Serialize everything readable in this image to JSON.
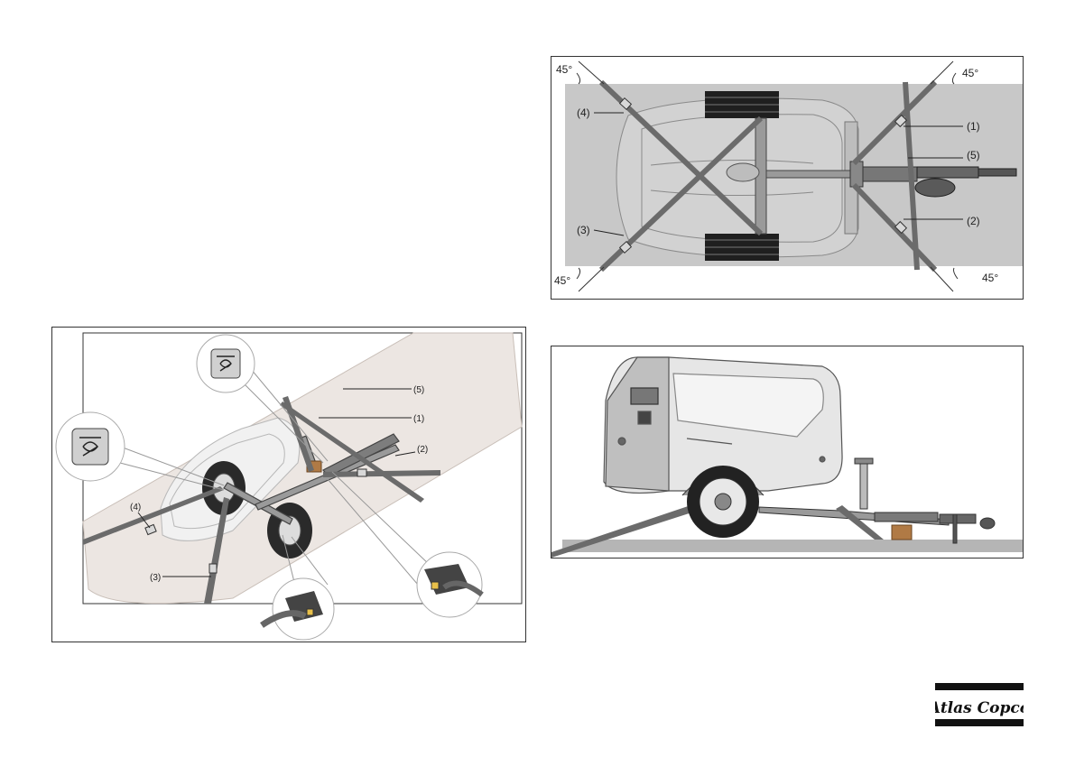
{
  "top_view": {
    "angle_top_left": "45°",
    "angle_top_right": "45°",
    "angle_bottom_left": "45°",
    "angle_bottom_right": "45°",
    "strap_1": "(1)",
    "strap_2": "(2)",
    "strap_3": "(3)",
    "strap_4": "(4)",
    "strap_5": "(5)"
  },
  "iso_view": {
    "strap_1": "(1)",
    "strap_2": "(2)",
    "strap_3": "(3)",
    "strap_4": "(4)",
    "strap_5": "(5)"
  },
  "brand": {
    "logo_text": "Atlas Copco",
    "color": "#111111"
  },
  "colors": {
    "platform_top": "#c8c8c8",
    "platform_iso": "#ece6e2",
    "strap": "#6b6b6b",
    "wooden_block": "#b07a45"
  }
}
